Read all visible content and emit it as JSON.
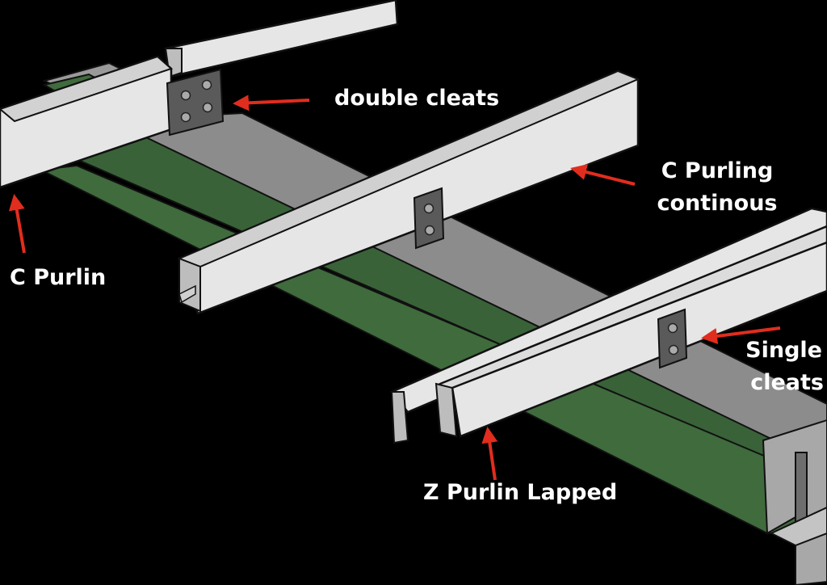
{
  "labels": {
    "double_cleats": "double cleats",
    "c_purling_line1": "C Purling",
    "c_purling_line2": "continous",
    "c_purlin": "C Purlin",
    "single_line1": "Single",
    "single_line2": "cleats",
    "z_purlin": "Z Purlin Lapped"
  },
  "colors": {
    "background": "#000000",
    "rafter_web": "#3f6b3d",
    "rafter_flange": "#8c8c8c",
    "purlin": "#e6e6e6",
    "purlin_shade": "#bdbdbd",
    "cleat": "#5a5a5a",
    "arrow": "#e12d1e",
    "label": "#ffffff"
  }
}
